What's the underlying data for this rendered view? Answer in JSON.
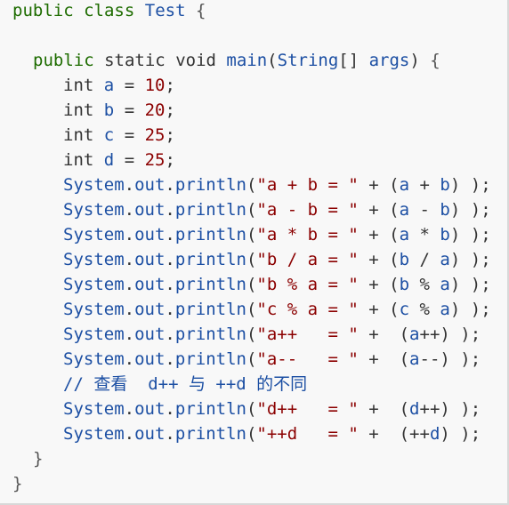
{
  "editor": {
    "lines": [
      {
        "indent": 0,
        "tokens": [
          {
            "t": "public",
            "k": "kw"
          },
          {
            "t": " "
          },
          {
            "t": "class",
            "k": "kw"
          },
          {
            "t": " "
          },
          {
            "t": "Test",
            "k": "cls"
          },
          {
            "t": " "
          },
          {
            "t": "{",
            "k": "brace"
          }
        ]
      },
      {
        "indent": 0,
        "tokens": []
      },
      {
        "indent": 1,
        "tokens": [
          {
            "t": "public",
            "k": "kw"
          },
          {
            "t": " "
          },
          {
            "t": "static",
            "k": "type"
          },
          {
            "t": " "
          },
          {
            "t": "void",
            "k": "type"
          },
          {
            "t": " "
          },
          {
            "t": "main",
            "k": "ident"
          },
          {
            "t": "(",
            "k": "pun"
          },
          {
            "t": "String",
            "k": "ident"
          },
          {
            "t": "[]",
            "k": "pun"
          },
          {
            "t": " "
          },
          {
            "t": "args",
            "k": "ident"
          },
          {
            "t": ")",
            "k": "pun"
          },
          {
            "t": " "
          },
          {
            "t": "{",
            "k": "brace"
          }
        ]
      },
      {
        "indent": 2,
        "tokens": [
          {
            "t": "int",
            "k": "type"
          },
          {
            "t": " "
          },
          {
            "t": "a",
            "k": "ident"
          },
          {
            "t": " "
          },
          {
            "t": "=",
            "k": "op"
          },
          {
            "t": " "
          },
          {
            "t": "10",
            "k": "num"
          },
          {
            "t": ";",
            "k": "pun"
          }
        ]
      },
      {
        "indent": 2,
        "tokens": [
          {
            "t": "int",
            "k": "type"
          },
          {
            "t": " "
          },
          {
            "t": "b",
            "k": "ident"
          },
          {
            "t": " "
          },
          {
            "t": "=",
            "k": "op"
          },
          {
            "t": " "
          },
          {
            "t": "20",
            "k": "num"
          },
          {
            "t": ";",
            "k": "pun"
          }
        ]
      },
      {
        "indent": 2,
        "tokens": [
          {
            "t": "int",
            "k": "type"
          },
          {
            "t": " "
          },
          {
            "t": "c",
            "k": "ident"
          },
          {
            "t": " "
          },
          {
            "t": "=",
            "k": "op"
          },
          {
            "t": " "
          },
          {
            "t": "25",
            "k": "num"
          },
          {
            "t": ";",
            "k": "pun"
          }
        ]
      },
      {
        "indent": 2,
        "tokens": [
          {
            "t": "int",
            "k": "type"
          },
          {
            "t": " "
          },
          {
            "t": "d",
            "k": "ident"
          },
          {
            "t": " "
          },
          {
            "t": "=",
            "k": "op"
          },
          {
            "t": " "
          },
          {
            "t": "25",
            "k": "num"
          },
          {
            "t": ";",
            "k": "pun"
          }
        ]
      },
      {
        "indent": 2,
        "tokens": [
          {
            "t": "System",
            "k": "ident"
          },
          {
            "t": ".",
            "k": "pun"
          },
          {
            "t": "out",
            "k": "ident"
          },
          {
            "t": ".",
            "k": "pun"
          },
          {
            "t": "println",
            "k": "ident"
          },
          {
            "t": "(",
            "k": "pun"
          },
          {
            "t": "\"a + b = \"",
            "k": "str"
          },
          {
            "t": " "
          },
          {
            "t": "+",
            "k": "op"
          },
          {
            "t": " "
          },
          {
            "t": "(",
            "k": "pun"
          },
          {
            "t": "a",
            "k": "ident"
          },
          {
            "t": " "
          },
          {
            "t": "+",
            "k": "op"
          },
          {
            "t": " "
          },
          {
            "t": "b",
            "k": "ident"
          },
          {
            "t": ")",
            "k": "pun"
          },
          {
            "t": " "
          },
          {
            "t": ");",
            "k": "pun"
          }
        ]
      },
      {
        "indent": 2,
        "tokens": [
          {
            "t": "System",
            "k": "ident"
          },
          {
            "t": ".",
            "k": "pun"
          },
          {
            "t": "out",
            "k": "ident"
          },
          {
            "t": ".",
            "k": "pun"
          },
          {
            "t": "println",
            "k": "ident"
          },
          {
            "t": "(",
            "k": "pun"
          },
          {
            "t": "\"a - b = \"",
            "k": "str"
          },
          {
            "t": " "
          },
          {
            "t": "+",
            "k": "op"
          },
          {
            "t": " "
          },
          {
            "t": "(",
            "k": "pun"
          },
          {
            "t": "a",
            "k": "ident"
          },
          {
            "t": " "
          },
          {
            "t": "-",
            "k": "op"
          },
          {
            "t": " "
          },
          {
            "t": "b",
            "k": "ident"
          },
          {
            "t": ")",
            "k": "pun"
          },
          {
            "t": " "
          },
          {
            "t": ");",
            "k": "pun"
          }
        ]
      },
      {
        "indent": 2,
        "tokens": [
          {
            "t": "System",
            "k": "ident"
          },
          {
            "t": ".",
            "k": "pun"
          },
          {
            "t": "out",
            "k": "ident"
          },
          {
            "t": ".",
            "k": "pun"
          },
          {
            "t": "println",
            "k": "ident"
          },
          {
            "t": "(",
            "k": "pun"
          },
          {
            "t": "\"a * b = \"",
            "k": "str"
          },
          {
            "t": " "
          },
          {
            "t": "+",
            "k": "op"
          },
          {
            "t": " "
          },
          {
            "t": "(",
            "k": "pun"
          },
          {
            "t": "a",
            "k": "ident"
          },
          {
            "t": " "
          },
          {
            "t": "*",
            "k": "op"
          },
          {
            "t": " "
          },
          {
            "t": "b",
            "k": "ident"
          },
          {
            "t": ")",
            "k": "pun"
          },
          {
            "t": " "
          },
          {
            "t": ");",
            "k": "pun"
          }
        ]
      },
      {
        "indent": 2,
        "tokens": [
          {
            "t": "System",
            "k": "ident"
          },
          {
            "t": ".",
            "k": "pun"
          },
          {
            "t": "out",
            "k": "ident"
          },
          {
            "t": ".",
            "k": "pun"
          },
          {
            "t": "println",
            "k": "ident"
          },
          {
            "t": "(",
            "k": "pun"
          },
          {
            "t": "\"b / a = \"",
            "k": "str"
          },
          {
            "t": " "
          },
          {
            "t": "+",
            "k": "op"
          },
          {
            "t": " "
          },
          {
            "t": "(",
            "k": "pun"
          },
          {
            "t": "b",
            "k": "ident"
          },
          {
            "t": " "
          },
          {
            "t": "/",
            "k": "op"
          },
          {
            "t": " "
          },
          {
            "t": "a",
            "k": "ident"
          },
          {
            "t": ")",
            "k": "pun"
          },
          {
            "t": " "
          },
          {
            "t": ");",
            "k": "pun"
          }
        ]
      },
      {
        "indent": 2,
        "tokens": [
          {
            "t": "System",
            "k": "ident"
          },
          {
            "t": ".",
            "k": "pun"
          },
          {
            "t": "out",
            "k": "ident"
          },
          {
            "t": ".",
            "k": "pun"
          },
          {
            "t": "println",
            "k": "ident"
          },
          {
            "t": "(",
            "k": "pun"
          },
          {
            "t": "\"b % a = \"",
            "k": "str"
          },
          {
            "t": " "
          },
          {
            "t": "+",
            "k": "op"
          },
          {
            "t": " "
          },
          {
            "t": "(",
            "k": "pun"
          },
          {
            "t": "b",
            "k": "ident"
          },
          {
            "t": " "
          },
          {
            "t": "%",
            "k": "op"
          },
          {
            "t": " "
          },
          {
            "t": "a",
            "k": "ident"
          },
          {
            "t": ")",
            "k": "pun"
          },
          {
            "t": " "
          },
          {
            "t": ");",
            "k": "pun"
          }
        ]
      },
      {
        "indent": 2,
        "tokens": [
          {
            "t": "System",
            "k": "ident"
          },
          {
            "t": ".",
            "k": "pun"
          },
          {
            "t": "out",
            "k": "ident"
          },
          {
            "t": ".",
            "k": "pun"
          },
          {
            "t": "println",
            "k": "ident"
          },
          {
            "t": "(",
            "k": "pun"
          },
          {
            "t": "\"c % a = \"",
            "k": "str"
          },
          {
            "t": " "
          },
          {
            "t": "+",
            "k": "op"
          },
          {
            "t": " "
          },
          {
            "t": "(",
            "k": "pun"
          },
          {
            "t": "c",
            "k": "ident"
          },
          {
            "t": " "
          },
          {
            "t": "%",
            "k": "op"
          },
          {
            "t": " "
          },
          {
            "t": "a",
            "k": "ident"
          },
          {
            "t": ")",
            "k": "pun"
          },
          {
            "t": " "
          },
          {
            "t": ");",
            "k": "pun"
          }
        ]
      },
      {
        "indent": 2,
        "tokens": [
          {
            "t": "System",
            "k": "ident"
          },
          {
            "t": ".",
            "k": "pun"
          },
          {
            "t": "out",
            "k": "ident"
          },
          {
            "t": ".",
            "k": "pun"
          },
          {
            "t": "println",
            "k": "ident"
          },
          {
            "t": "(",
            "k": "pun"
          },
          {
            "t": "\"a++   = \"",
            "k": "str"
          },
          {
            "t": " "
          },
          {
            "t": "+",
            "k": "op"
          },
          {
            "t": "  "
          },
          {
            "t": "(",
            "k": "pun"
          },
          {
            "t": "a",
            "k": "ident"
          },
          {
            "t": "++",
            "k": "op"
          },
          {
            "t": ")",
            "k": "pun"
          },
          {
            "t": " "
          },
          {
            "t": ");",
            "k": "pun"
          }
        ]
      },
      {
        "indent": 2,
        "tokens": [
          {
            "t": "System",
            "k": "ident"
          },
          {
            "t": ".",
            "k": "pun"
          },
          {
            "t": "out",
            "k": "ident"
          },
          {
            "t": ".",
            "k": "pun"
          },
          {
            "t": "println",
            "k": "ident"
          },
          {
            "t": "(",
            "k": "pun"
          },
          {
            "t": "\"a--   = \"",
            "k": "str"
          },
          {
            "t": " "
          },
          {
            "t": "+",
            "k": "op"
          },
          {
            "t": "  "
          },
          {
            "t": "(",
            "k": "pun"
          },
          {
            "t": "a",
            "k": "ident"
          },
          {
            "t": "--",
            "k": "op"
          },
          {
            "t": ")",
            "k": "pun"
          },
          {
            "t": " "
          },
          {
            "t": ");",
            "k": "pun"
          }
        ]
      },
      {
        "indent": 2,
        "tokens": [
          {
            "t": "// 查看  d++ 与 ++d 的不同",
            "k": "com"
          }
        ]
      },
      {
        "indent": 2,
        "tokens": [
          {
            "t": "System",
            "k": "ident"
          },
          {
            "t": ".",
            "k": "pun"
          },
          {
            "t": "out",
            "k": "ident"
          },
          {
            "t": ".",
            "k": "pun"
          },
          {
            "t": "println",
            "k": "ident"
          },
          {
            "t": "(",
            "k": "pun"
          },
          {
            "t": "\"d++   = \"",
            "k": "str"
          },
          {
            "t": " "
          },
          {
            "t": "+",
            "k": "op"
          },
          {
            "t": "  "
          },
          {
            "t": "(",
            "k": "pun"
          },
          {
            "t": "d",
            "k": "ident"
          },
          {
            "t": "++",
            "k": "op"
          },
          {
            "t": ")",
            "k": "pun"
          },
          {
            "t": " "
          },
          {
            "t": ");",
            "k": "pun"
          }
        ]
      },
      {
        "indent": 2,
        "tokens": [
          {
            "t": "System",
            "k": "ident"
          },
          {
            "t": ".",
            "k": "pun"
          },
          {
            "t": "out",
            "k": "ident"
          },
          {
            "t": ".",
            "k": "pun"
          },
          {
            "t": "println",
            "k": "ident"
          },
          {
            "t": "(",
            "k": "pun"
          },
          {
            "t": "\"++d   = \"",
            "k": "str"
          },
          {
            "t": " "
          },
          {
            "t": "+",
            "k": "op"
          },
          {
            "t": "  "
          },
          {
            "t": "(",
            "k": "pun"
          },
          {
            "t": "++",
            "k": "op"
          },
          {
            "t": "d",
            "k": "ident"
          },
          {
            "t": ")",
            "k": "pun"
          },
          {
            "t": " "
          },
          {
            "t": ");",
            "k": "pun"
          }
        ]
      },
      {
        "indent": 1,
        "tokens": [
          {
            "t": "}",
            "k": "brace"
          }
        ]
      },
      {
        "indent": 0,
        "tokens": [
          {
            "t": "}",
            "k": "brace"
          }
        ]
      }
    ]
  },
  "colors": {
    "keyword": "#1e6c00",
    "type": "#333333",
    "identifier": "#1c4fa3",
    "number": "#8b0000",
    "string": "#8b0000",
    "comment": "#1c4fa3",
    "background": "#f8f8f8"
  }
}
